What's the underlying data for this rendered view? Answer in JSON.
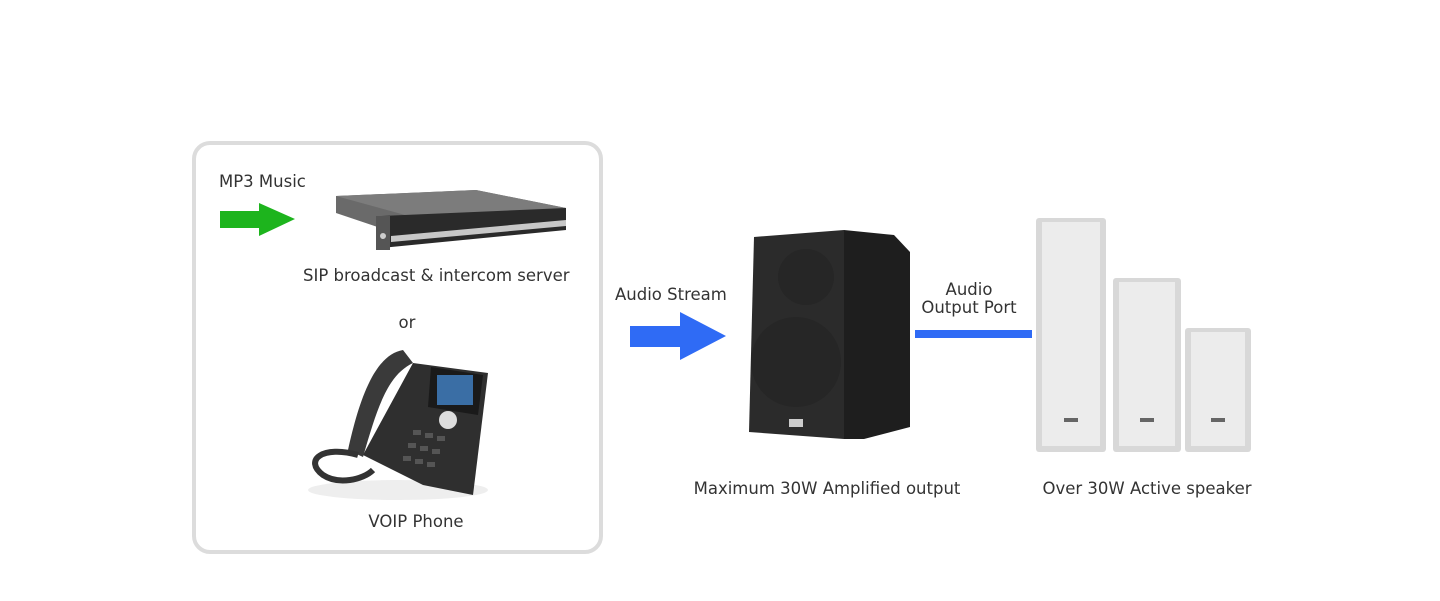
{
  "source_group": {
    "mp3_label": "MP3 Music",
    "server_label": "SIP broadcast & intercom server",
    "or_label": "or",
    "phone_label": "VOIP Phone"
  },
  "audio_stream_label": "Audio Stream",
  "amplified_speaker_label": "Maximum 30W Amplified output",
  "output_port_label": [
    "Audio",
    "Output Port"
  ],
  "active_speaker_label": "Over 30W Active speaker",
  "colors": {
    "green_arrow": "#1db41d",
    "blue_arrow": "#2f6bf5",
    "box_border": "#dcdcdc"
  }
}
